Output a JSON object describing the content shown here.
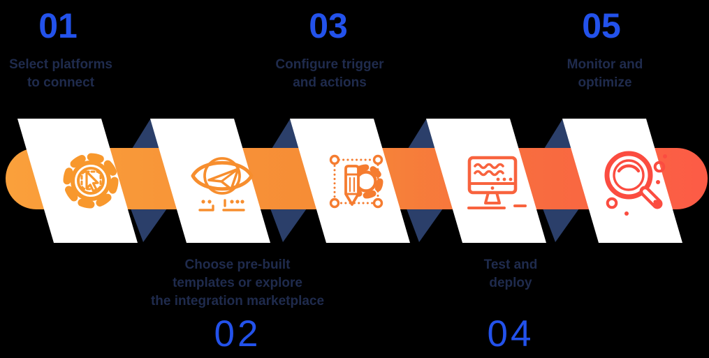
{
  "figure": {
    "type": "process-ribbon-infographic",
    "background_color": "#000000",
    "bar_gradient": [
      "#FAA03B",
      "#F68C36",
      "#F7703E",
      "#FC5B46"
    ],
    "ribbon_back_color": "#2B3F6A",
    "ribbon_front_color": "#FFFFFF",
    "number_color": "#2352EB",
    "label_color": "#1F2B4D"
  },
  "steps": [
    {
      "number": "01",
      "label": "Select platforms\nto connect",
      "label_position": "top",
      "icon": "gear-cursor-icon",
      "icon_color": "#F8982D"
    },
    {
      "number": "02",
      "label": "Choose pre-built\ntemplates or explore\nthe integration marketplace",
      "label_position": "bottom",
      "icon": "eye-send-icon",
      "icon_color": "#F78E2E"
    },
    {
      "number": "03",
      "label": "Configure trigger\nand actions",
      "label_position": "top",
      "icon": "pencil-gear-frame-icon",
      "icon_color": "#F57C30"
    },
    {
      "number": "04",
      "label": "Test and\ndeploy",
      "label_position": "bottom",
      "icon": "monitor-icon",
      "icon_color": "#F8633E"
    },
    {
      "number": "05",
      "label": "Monitor and\noptimize",
      "label_position": "top",
      "icon": "magnifier-icon",
      "icon_color": "#FB4C40"
    }
  ]
}
